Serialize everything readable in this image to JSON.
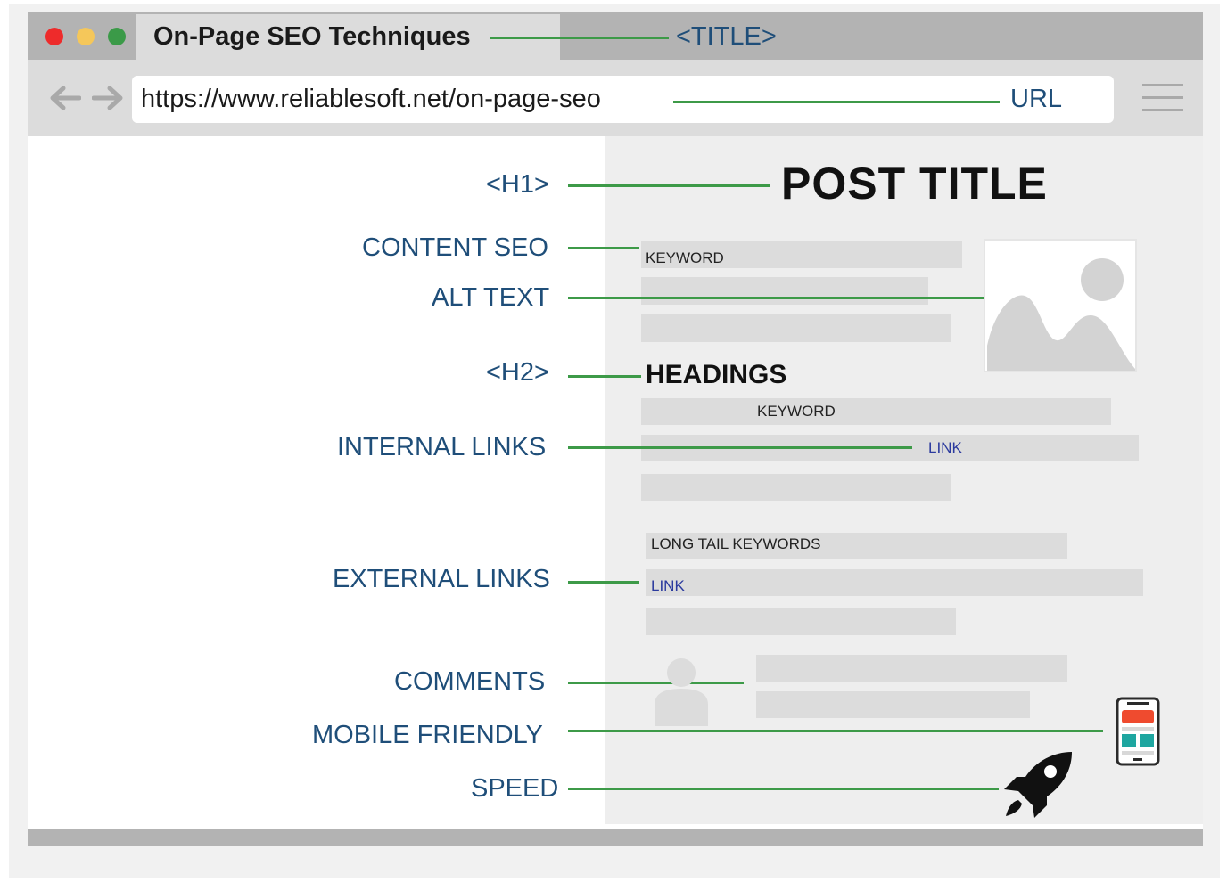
{
  "browser": {
    "tab_title": "On-Page SEO Techniques",
    "url": "https://www.reliablesoft.net/on-page-seo"
  },
  "labels": {
    "title": "<TITLE>",
    "url": "URL",
    "h1": "<H1>",
    "content_seo": "CONTENT SEO",
    "alt_text": "ALT TEXT",
    "h2": "<H2>",
    "internal_links": "INTERNAL LINKS",
    "external_links": "EXTERNAL LINKS",
    "comments": "COMMENTS",
    "mobile_friendly": "MOBILE FRIENDLY",
    "speed": "SPEED"
  },
  "page": {
    "post_title": "POST TITLE",
    "keyword_1": "KEYWORD",
    "headings": "HEADINGS",
    "keyword_2": "KEYWORD",
    "internal_link": "LINK",
    "long_tail": "LONG TAIL KEYWORDS",
    "external_link": "LINK"
  },
  "colors": {
    "label_blue": "#1f4e79",
    "line_green": "#3d9a48",
    "link_blue": "#2b3a9e",
    "dot_red": "#ee2b2b",
    "dot_yellow": "#f5c75a",
    "dot_green": "#3b9a48"
  },
  "icons": [
    "back-arrow-icon",
    "forward-arrow-icon",
    "hamburger-menu-icon",
    "image-placeholder-icon",
    "user-avatar-icon",
    "smartphone-icon",
    "rocket-icon"
  ]
}
